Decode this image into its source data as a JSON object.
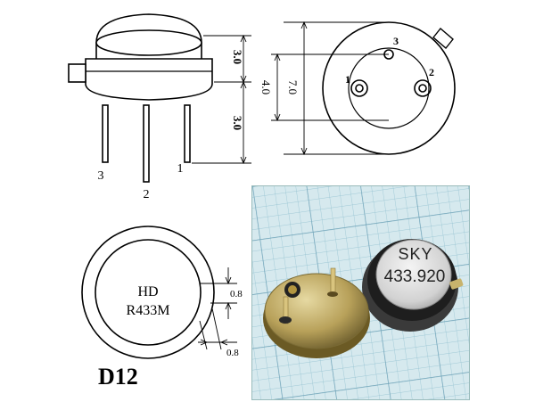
{
  "side_view": {
    "pin_labels": [
      "3",
      "2",
      "1"
    ],
    "dim_upper": "3.0",
    "dim_lower": "3.0"
  },
  "top_view": {
    "dim_inner": "4.0",
    "dim_outer": "7.0",
    "pin_labels": [
      "1",
      "2",
      "3"
    ]
  },
  "marking_view": {
    "line1": "HD",
    "line2": "R433M",
    "dim_a": "0.8",
    "dim_b": "0.8"
  },
  "photo": {
    "marking_line1": "SKY",
    "marking_line2": "433.920"
  },
  "package_name": "D12",
  "colors": {
    "line": "#000000",
    "grid_bg": "#d6e9ee",
    "grid_line": "#6fa3b8",
    "can_silver": "#c9c9c9",
    "base_gold": "#b8a15a"
  }
}
